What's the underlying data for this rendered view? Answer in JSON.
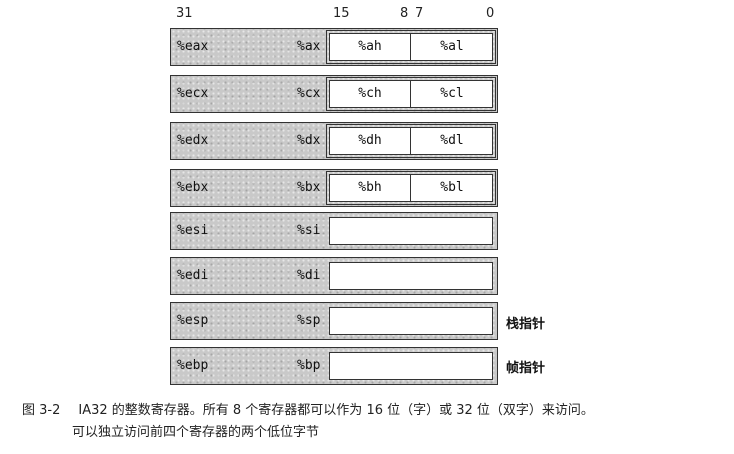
{
  "bit_positions": {
    "b31": "31",
    "b15": "15",
    "b8": "8",
    "b7": "7",
    "b0": "0"
  },
  "registers": [
    {
      "r32": "%eax",
      "r16": "%ax",
      "hi": "%ah",
      "lo": "%al"
    },
    {
      "r32": "%ecx",
      "r16": "%cx",
      "hi": "%ch",
      "lo": "%cl"
    },
    {
      "r32": "%edx",
      "r16": "%dx",
      "hi": "%dh",
      "lo": "%dl"
    },
    {
      "r32": "%ebx",
      "r16": "%bx",
      "hi": "%bh",
      "lo": "%bl"
    },
    {
      "r32": "%esi",
      "r16": "%si"
    },
    {
      "r32": "%edi",
      "r16": "%di"
    },
    {
      "r32": "%esp",
      "r16": "%sp",
      "note": "栈指针"
    },
    {
      "r32": "%ebp",
      "r16": "%bp",
      "note": "帧指针"
    }
  ],
  "caption": {
    "figure_label": "图 3-2",
    "line1": "IA32 的整数寄存器。所有 8 个寄存器都可以作为 16 位（字）或 32 位（双字）来访问。",
    "line2": "可以独立访问前四个寄存器的两个低位字节"
  }
}
